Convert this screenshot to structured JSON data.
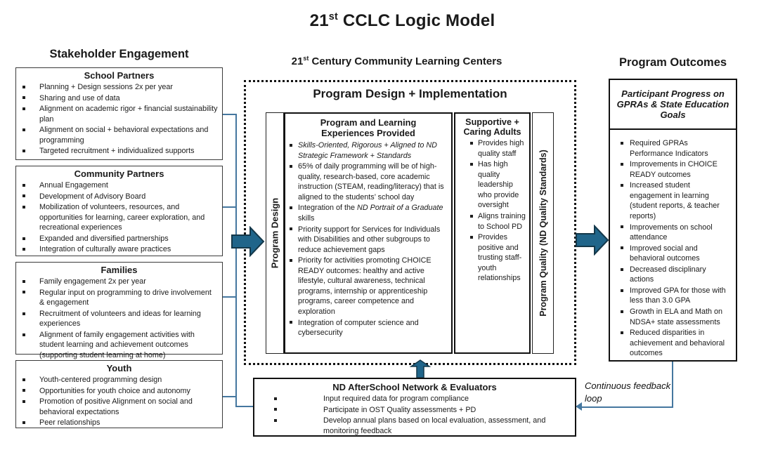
{
  "title": {
    "num": "21",
    "sup": "st",
    "rest": " CCLC Logic Model"
  },
  "stakeholder": {
    "heading": "Stakeholder Engagement",
    "boxes": [
      {
        "title": "School Partners",
        "bullets": [
          "Planning + Design sessions 2x per year",
          "Sharing and use of data",
          "Alignment on academic rigor + financial sustainability plan",
          "Alignment on social + behavioral expectations and programming",
          "Targeted recruitment + individualized supports"
        ]
      },
      {
        "title": "Community Partners",
        "bullets": [
          "Annual Engagement",
          "Development of Advisory Board",
          "Mobilization of volunteers, resources, and opportunities for learning, career exploration, and recreational experiences",
          "Expanded and diversified partnerships",
          "Integration of culturally aware practices"
        ]
      },
      {
        "title": "Families",
        "bullets": [
          "Family engagement 2x per year",
          "Regular input on programming to drive involvement & engagement",
          "Recruitment of volunteers and ideas for learning experiences",
          "Alignment of family engagement activities with student learning and achievement outcomes (supporting student learning at home)"
        ]
      },
      {
        "title": "Youth",
        "bullets": [
          "Youth-centered programming design",
          "Opportunities for youth choice and autonomy",
          "Promotion of positive Alignment on social and behavioral expectations",
          "Peer relationships"
        ]
      }
    ]
  },
  "center": {
    "subtitle": {
      "num": "21",
      "sup": "st",
      "rest": " Century Community Learning Centers"
    },
    "heading": "Program Design + Implementation",
    "left_strip": "Program Design",
    "right_strip": "Program Quality (ND Quality Standards)",
    "program_box": {
      "title_line1": "Program and Learning",
      "title_line2": "Experiences Provided",
      "bullets": [
        {
          "segments": [
            {
              "t": "Skills-Oriented, Rigorous + Aligned to ND Strategic Framework + Standards",
              "i": true
            }
          ]
        },
        {
          "segments": [
            {
              "t": "65% of daily programming will be of high-quality, research-based, core academic instruction (STEAM, reading/literacy) that is aligned to the students’ school day"
            }
          ]
        },
        {
          "segments": [
            {
              "t": "Integration of the "
            },
            {
              "t": "ND Portrait of a Graduate",
              "i": true
            },
            {
              "t": " skills"
            }
          ]
        },
        {
          "segments": [
            {
              "t": "Priority support for Services for Individuals with Disabilities and other subgroups to reduce achievement gaps"
            }
          ]
        },
        {
          "segments": [
            {
              "t": "Priority for activities promoting CHOICE READY outcomes: healthy and active lifestyle, cultural awareness, technical programs, internship or apprenticeship programs, career competence and exploration"
            }
          ]
        },
        {
          "segments": [
            {
              "t": "Integration of computer science and cybersecurity"
            }
          ]
        }
      ]
    },
    "adults_box": {
      "title_line1": "Supportive +",
      "title_line2": "Caring Adults",
      "bullets": [
        "Provides high quality staff",
        "Has high quality leadership who provide oversight",
        "Aligns training to School PD",
        "Provides positive and trusting staff-youth relationships"
      ]
    }
  },
  "outcomes": {
    "heading": "Program Outcomes",
    "box_title": "Participant Progress on GPRAs & State Education Goals",
    "bullets": [
      "Required GPRAs Performance Indicators",
      "Improvements in CHOICE READY outcomes",
      "Increased student engagement in learning (student reports, & teacher reports)",
      "Improvements on school attendance",
      "Improved social and behavioral outcomes",
      "Decreased disciplinary actions",
      "Improved GPA for those with less than 3.0 GPA",
      "Growth in ELA and Math on NDSA+ state assessments",
      "Reduced disparities in achievement and behavioral outcomes"
    ]
  },
  "evaluators": {
    "title": "ND AfterSchool Network & Evaluators",
    "bullets": [
      "Input required data for program compliance",
      "Participate in OST Quality assessments + PD",
      "Develop annual plans based on local evaluation, assessment, and monitoring feedback"
    ]
  },
  "feedback": {
    "label": "Continuous feedback loop"
  },
  "colors": {
    "arrow_fill": "#20658a",
    "arrow_outline": "#14384a",
    "connector_line": "#45779f"
  }
}
